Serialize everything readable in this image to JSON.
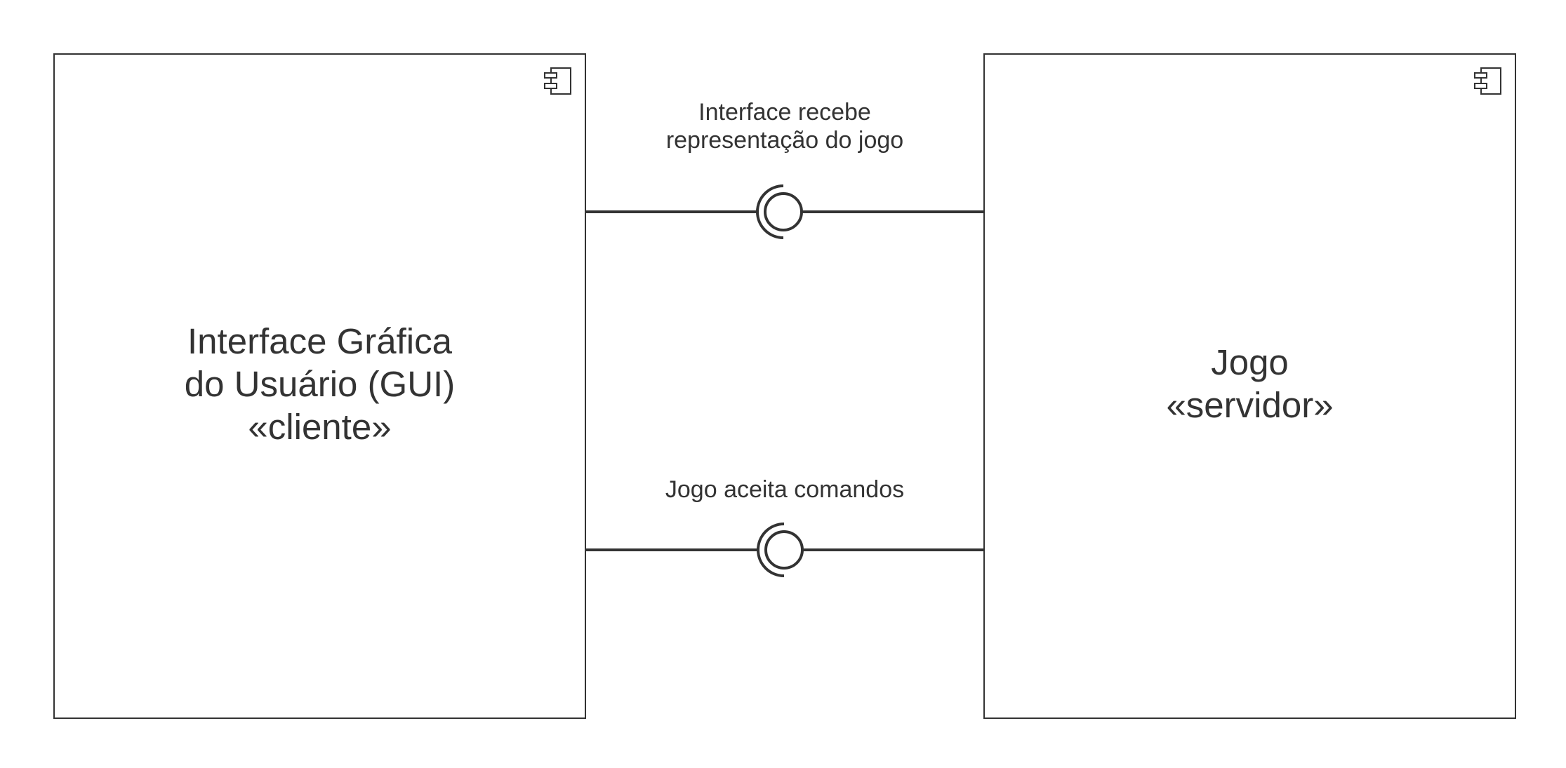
{
  "components": {
    "client": {
      "name_line1": "Interface Gráfica",
      "name_line2": "do Usuário (GUI)",
      "stereotype": "«cliente»",
      "icon": "uml-component-icon"
    },
    "server": {
      "name": "Jogo",
      "stereotype": "«servidor»",
      "icon": "uml-component-icon"
    }
  },
  "interfaces": {
    "game_representation": {
      "label_line1": "Interface recebe",
      "label_line2": "representação do jogo",
      "icon": "ball-and-socket-icon"
    },
    "game_commands": {
      "label": "Jogo aceita comandos",
      "icon": "ball-and-socket-icon"
    }
  },
  "colors": {
    "stroke": "#333333",
    "text": "#333333",
    "background": "#ffffff"
  }
}
